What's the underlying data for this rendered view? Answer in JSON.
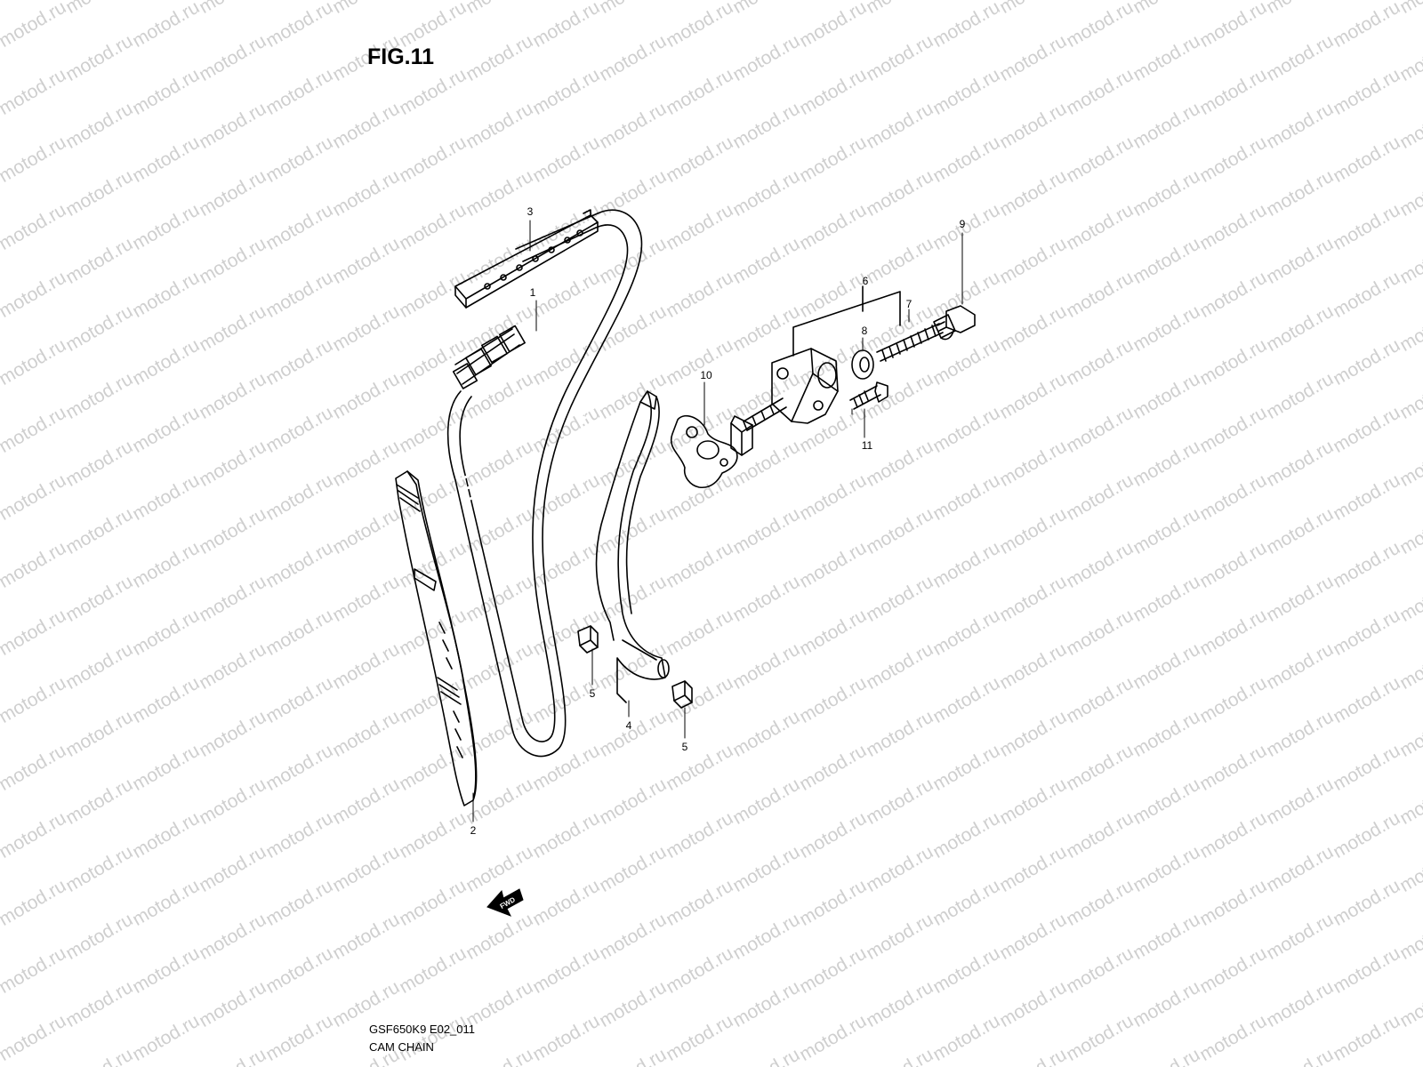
{
  "watermark_text": "motod.ru",
  "figure": {
    "title": "FIG.11"
  },
  "footer": {
    "model_code": "GSF650K9 E02_011",
    "section_name": "CAM CHAIN"
  },
  "fwd_label": "FWD",
  "callouts": [
    "1",
    "2",
    "3",
    "4",
    "5",
    "5",
    "6",
    "7",
    "8",
    "9",
    "10",
    "11"
  ]
}
